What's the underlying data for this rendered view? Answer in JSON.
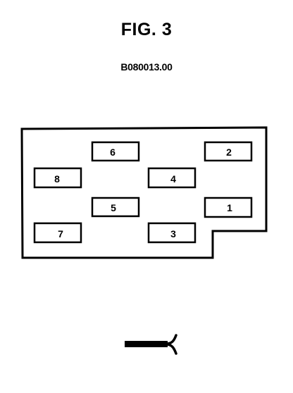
{
  "figure": {
    "title": "FIG. 3",
    "part_code": "B080013.00"
  },
  "connector": {
    "terminals": [
      "6",
      "2",
      "8",
      "4",
      "5",
      "1",
      "7",
      "3"
    ]
  }
}
